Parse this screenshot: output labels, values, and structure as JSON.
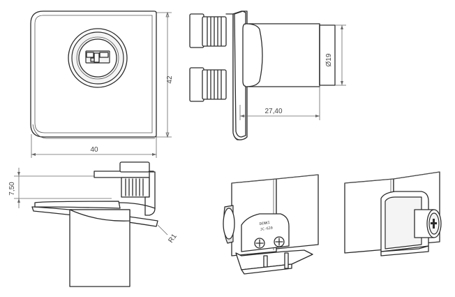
{
  "dimensions": {
    "height": "42",
    "width": "40",
    "diameter": "Ø19",
    "length": "27,40",
    "offset": "7,50",
    "radius": "R1"
  },
  "stamp": {
    "line1": "DENKI",
    "line2": "JC-620"
  },
  "colors": {
    "line": "#2b2b2b",
    "dimension": "#666666",
    "background": "#ffffff"
  }
}
